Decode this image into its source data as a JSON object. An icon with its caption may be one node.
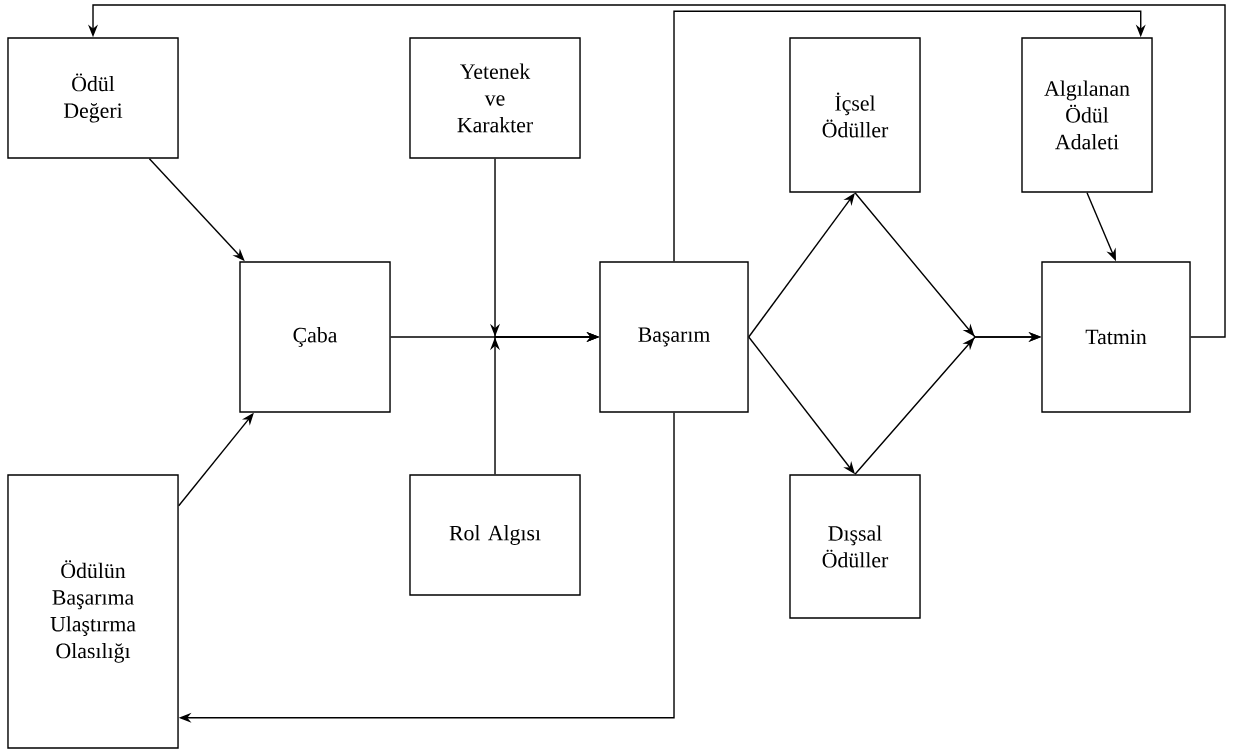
{
  "diagram": {
    "nodes": [
      {
        "text": [
          "Ödül Değeri"
        ]
      },
      {
        "text": [
          "Yetenek ve Karakter"
        ]
      },
      {
        "text": [
          "İçsel Ödüller"
        ]
      },
      {
        "text": [
          "Algılanan Ödül Adaleti"
        ]
      },
      {
        "text": [
          "Çaba"
        ]
      },
      {
        "text": [
          "Başarım"
        ]
      },
      {
        "text": [
          "Tatmin"
        ]
      },
      {
        "text": [
          "Rol Algısı"
        ]
      },
      {
        "text": [
          "Dışsal Ödüller"
        ]
      },
      {
        "text": [
          "Ödülün Başarıma Ulaştırma Olasılığı"
        ]
      }
    ],
    "edges": [
      {
        "from": 0,
        "to": 4,
        "arrow": "to"
      },
      {
        "from": 9,
        "to": 4,
        "arrow": "to"
      },
      {
        "from": 4,
        "to": 5,
        "arrow": "to"
      },
      {
        "from": 1,
        "to": 5,
        "arrow": "to"
      },
      {
        "from": 7,
        "to": 5,
        "arrow": "to"
      },
      {
        "from": 5,
        "to": 2,
        "arrow": "to"
      },
      {
        "from": 5,
        "to": 8,
        "arrow": "to"
      },
      {
        "from": 2,
        "to": 6,
        "arrow": "to"
      },
      {
        "from": 8,
        "to": 6,
        "arrow": "to"
      },
      {
        "from": 3,
        "to": 6,
        "arrow": "to"
      },
      {
        "from": 5,
        "to": 9,
        "arrow": "to"
      },
      {
        "from": 5,
        "to": 3,
        "arrow": "to"
      },
      {
        "from": 6,
        "to": 0,
        "arrow": "to"
      }
    ]
  }
}
